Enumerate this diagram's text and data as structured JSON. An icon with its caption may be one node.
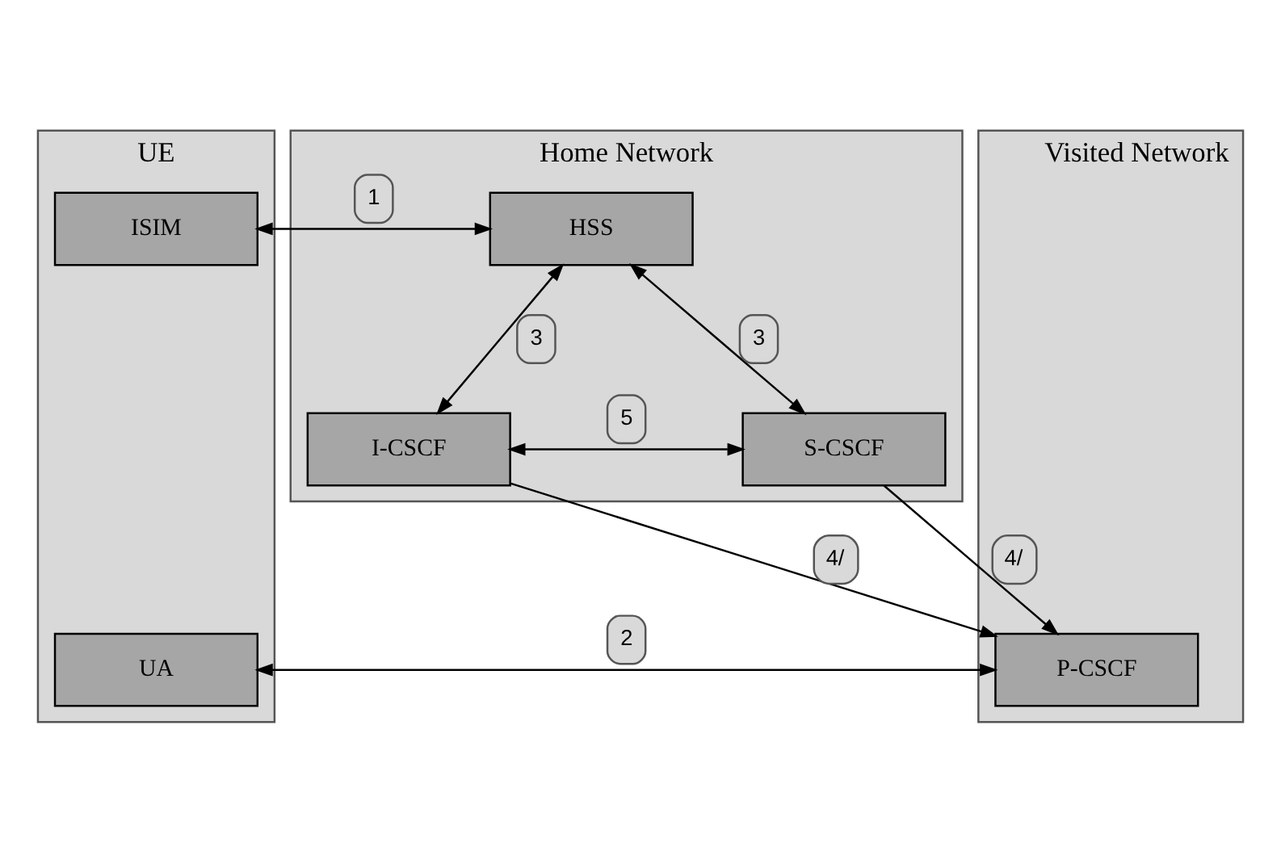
{
  "diagram": {
    "nodes": [
      {
        "text": [
          "UE"
        ]
      },
      {
        "text": [
          "ISIM"
        ],
        "in": 0
      },
      {
        "text": [
          "UA"
        ],
        "in": 0
      },
      {
        "text": [
          "Home Network"
        ]
      },
      {
        "text": [
          "HSS"
        ],
        "in": 3
      },
      {
        "text": [
          "I-CSCF"
        ],
        "in": 3
      },
      {
        "text": [
          "S-CSCF"
        ],
        "in": 3
      },
      {
        "text": [
          "Visited Network"
        ]
      },
      {
        "text": [
          "P-CSCF"
        ],
        "in": 7
      }
    ],
    "edges": [
      {
        "from": 1,
        "to": 4,
        "arrow": "both",
        "label": "1"
      },
      {
        "from": 4,
        "to": 5,
        "arrow": "both",
        "label": "3"
      },
      {
        "from": 4,
        "to": 6,
        "arrow": "both",
        "label": "3"
      },
      {
        "from": 5,
        "to": 6,
        "arrow": "both",
        "label": "5"
      },
      {
        "from": 5,
        "to": 8,
        "arrow": "to",
        "label": "4/"
      },
      {
        "from": 6,
        "to": 8,
        "arrow": "to",
        "label": "4/"
      },
      {
        "from": 2,
        "to": 8,
        "arrow": "both",
        "label": "2"
      }
    ]
  }
}
